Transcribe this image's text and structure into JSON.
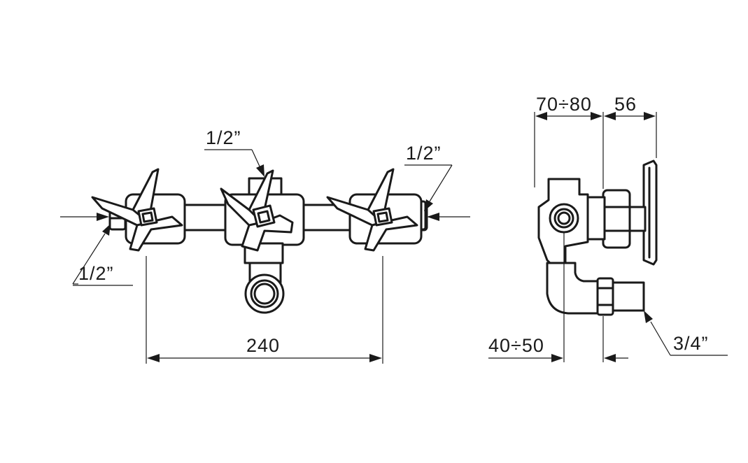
{
  "labels": {
    "top_center": "1/2”",
    "top_right": "1/2”",
    "left_bottom": "1/2”",
    "width_total": "240",
    "depth_range": "70÷80",
    "handle_depth": "56",
    "bottom_range": "40÷50",
    "outlet_size": "3/4”"
  },
  "colors": {
    "line": "#1a1a1a",
    "background": "#ffffff"
  }
}
